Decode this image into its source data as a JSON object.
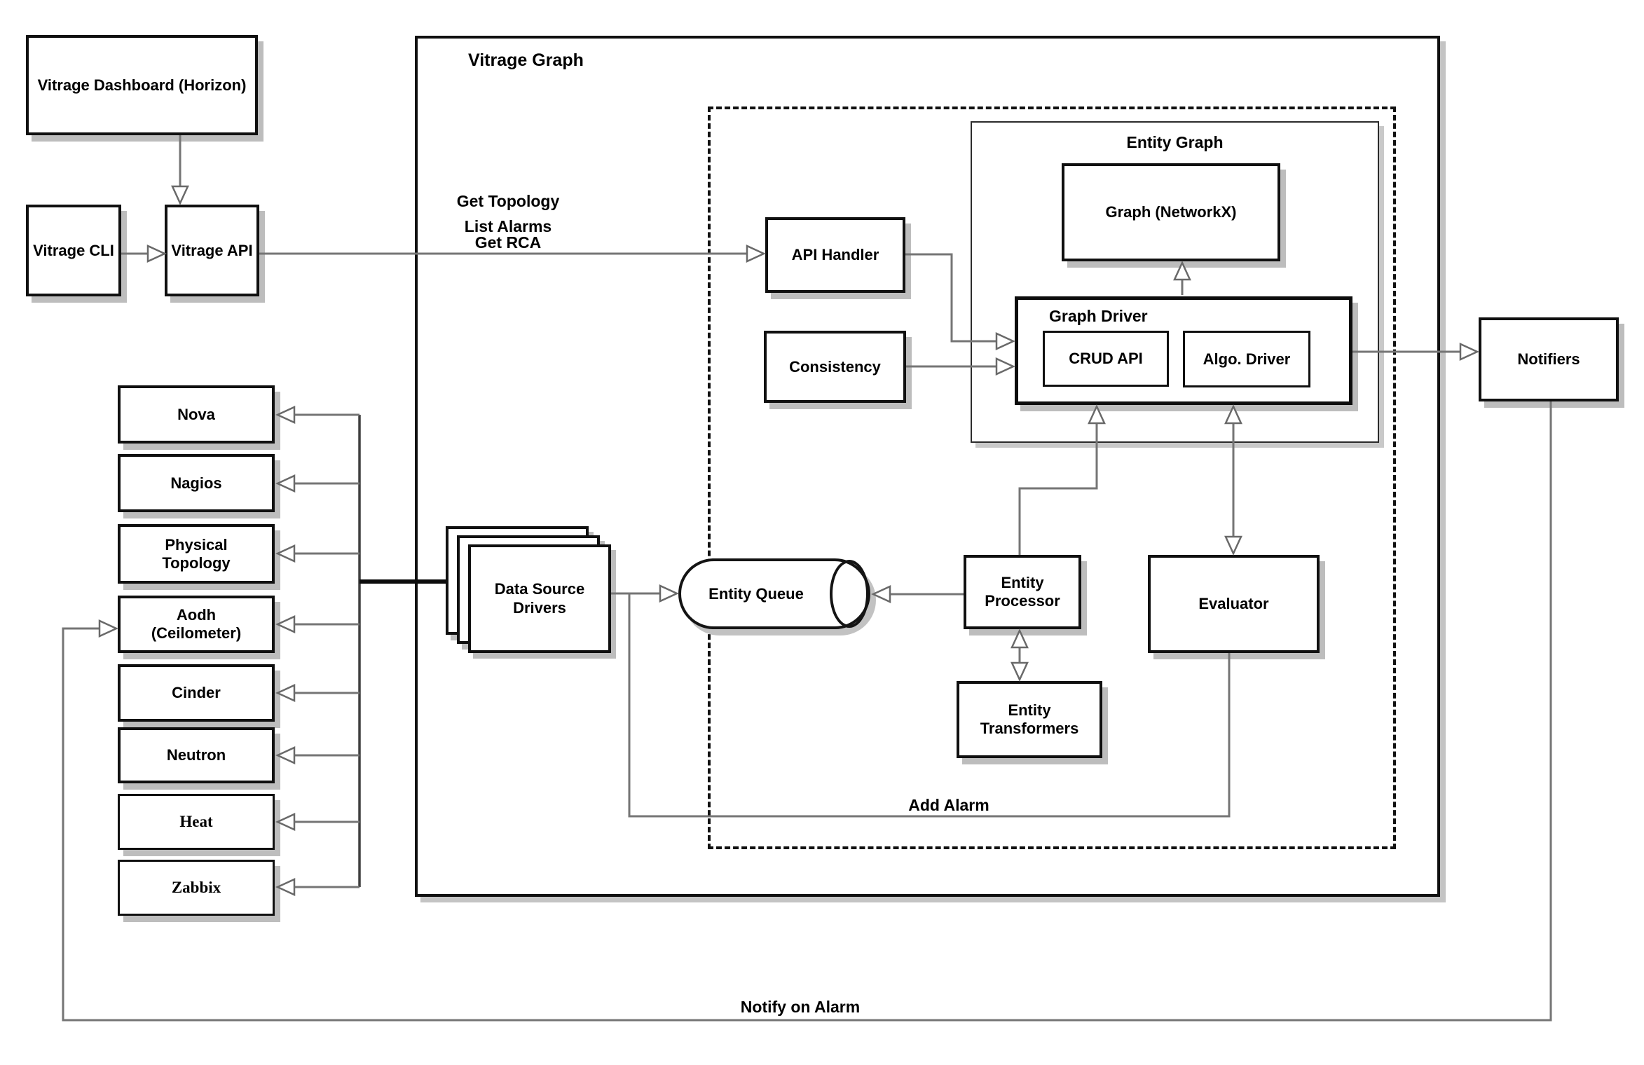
{
  "groups": {
    "vitrage_graph": "Vitrage Graph",
    "entity_graph": "Entity Graph",
    "graph_driver": "Graph Driver"
  },
  "nodes": {
    "dashboard": "Vitrage Dashboard (Horizon)",
    "cli": "Vitrage CLI",
    "api": "Vitrage API",
    "api_handler": "API Handler",
    "consistency": "Consistency",
    "graph_networkx": "Graph (NetworkX)",
    "crud_api": "CRUD API",
    "algo_driver": "Algo. Driver",
    "notifiers": "Notifiers",
    "data_source_drivers": "Data Source Drivers",
    "entity_queue": "Entity Queue",
    "entity_processor": "Entity Processor",
    "evaluator": "Evaluator",
    "entity_transformers": "Entity Transformers"
  },
  "data_sources": [
    "Nova",
    "Nagios",
    "Physical Topology",
    "Aodh (Ceilometer)",
    "Cinder",
    "Neutron",
    "Heat",
    "Zabbix"
  ],
  "edge_labels": {
    "api_call_lines": [
      "Get Topology",
      "List Alarms",
      "Get RCA"
    ],
    "add_alarm": "Add Alarm",
    "notify_on_alarm": "Notify on Alarm"
  },
  "colors": {
    "box_border": "#101010",
    "connector": "#757575",
    "shadow": "#bdbdbd",
    "background": "#ffffff"
  }
}
